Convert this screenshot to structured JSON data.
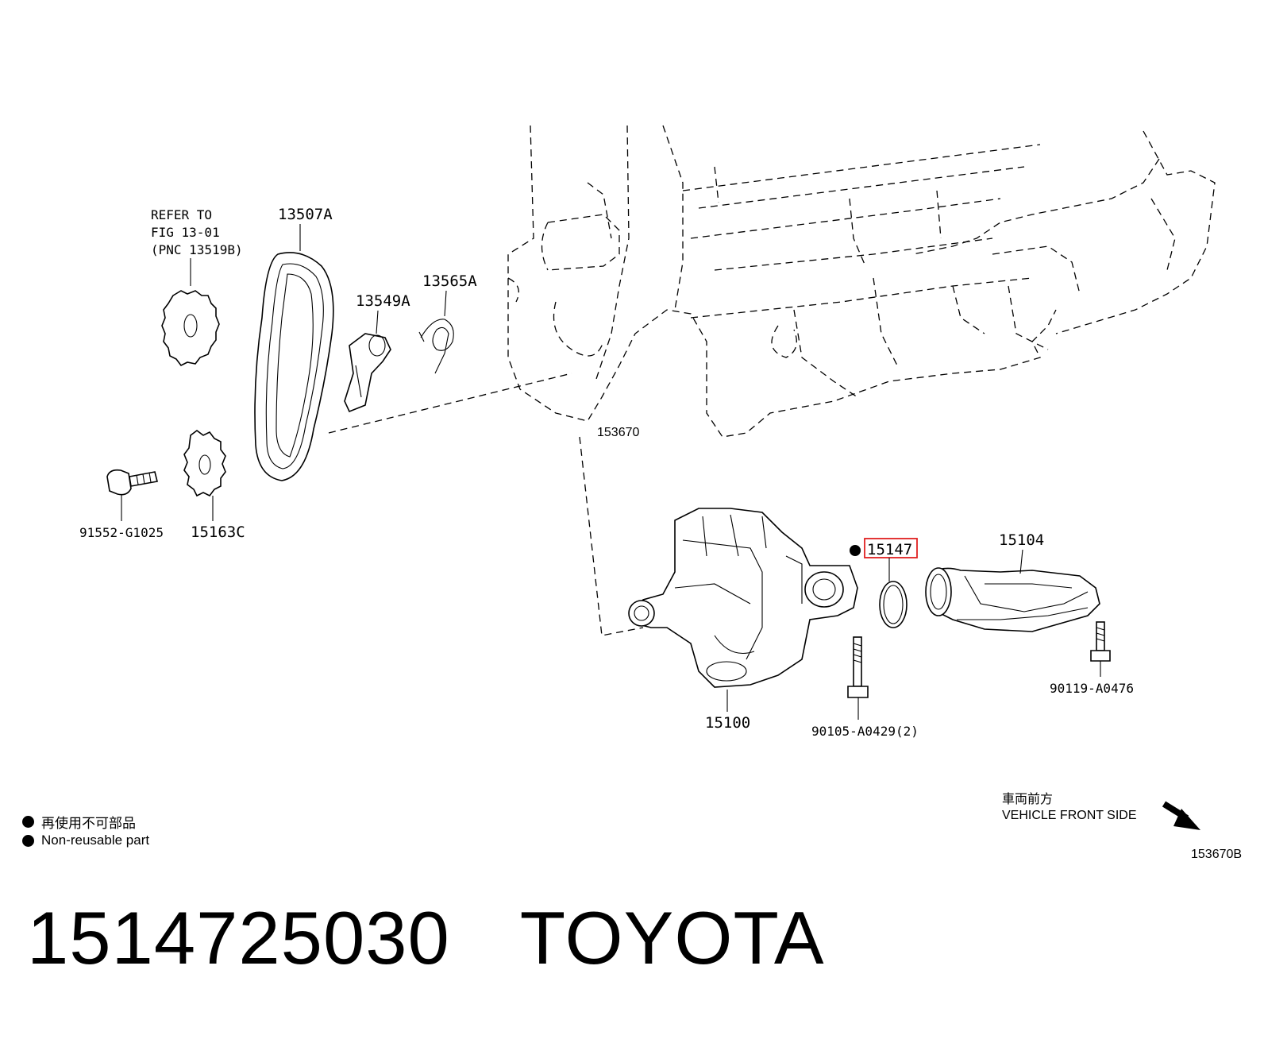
{
  "diagram": {
    "refer_note": [
      "REFER TO",
      "FIG 13-01",
      "(PNC 13519B)"
    ],
    "labels": {
      "chain": "13507A",
      "tensioner_arm": "13549A",
      "spring": "13565A",
      "sprocket_gear": "15163C",
      "bolt_left": "91552-G1025",
      "engine_block": "153670",
      "oil_pump": "15100",
      "gasket": "15147",
      "strainer": "15104",
      "bolt_right": "90119-A0476",
      "bolt_long": "90105-A0429(2)",
      "figure_id": "153670B"
    },
    "front_side_jp": "車両前方",
    "front_side_en": "VEHICLE FRONT SIDE",
    "highlight_color": "#e02020"
  },
  "legend": {
    "jp": "再使用不可部品",
    "en": "Non-reusable part"
  },
  "caption": {
    "part_number": "1514725030",
    "brand": "TOYOTA"
  }
}
